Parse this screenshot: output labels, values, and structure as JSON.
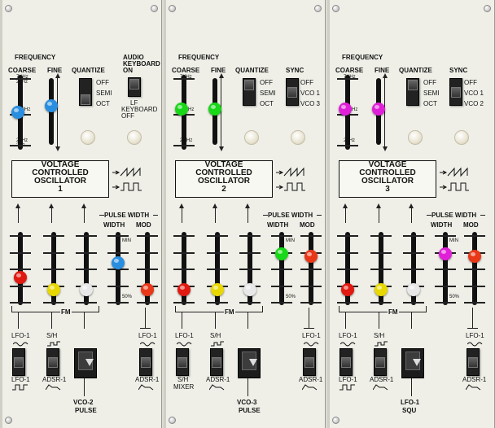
{
  "modules": [
    {
      "number": "1",
      "title_lines": [
        "VOLTAGE",
        "CONTROLLED",
        "OSCILLATOR"
      ],
      "frequency_label": "FREQUENCY",
      "coarse_label": "COARSE",
      "fine_label": "FINE",
      "quantize_label": "QUANTIZE",
      "quantize_options": [
        "OFF",
        "SEMI",
        "OCT"
      ],
      "coarse_scale": [
        "7KHz",
        "20Hz",
        "200Hz",
        "2Hz",
        "20Hz",
        "2Hz"
      ],
      "right_switch_title_lines": [
        "AUDIO",
        "KEYBOARD",
        "ON"
      ],
      "right_switch_bottom_lines": [
        "LF",
        "KEYBOARD",
        "OFF"
      ],
      "right_switch_options": [],
      "coarse_level": 0.5,
      "fine_level": 0.6,
      "knob_color": "#2a8ee0",
      "pulse_width_label": "PULSE WIDTH",
      "width_label": "WIDTH",
      "mod_label": "MOD",
      "min_label": "MIN",
      "pct_label": "50%",
      "fm_label": "FM",
      "fm_slider_colors": [
        "#e01a10",
        "#e8d800",
        "#e8e8e8"
      ],
      "fm_levels": [
        0.35,
        0.15,
        0.15
      ],
      "width_level": 0.6,
      "mod_level": 0.15,
      "lfo_labels": [
        "LFO-1",
        "S/H",
        "LFO-1"
      ],
      "bottom_labels": [
        "LFO-1",
        "ADSR-1"
      ],
      "sh_label": "",
      "target_lines": [
        "VCO-2",
        "PULSE"
      ],
      "mod_top_label": "LFO-1",
      "mod_bottom_label": "ADSR-1"
    },
    {
      "number": "2",
      "title_lines": [
        "VOLTAGE",
        "CONTROLLED",
        "OSCILLATOR"
      ],
      "frequency_label": "FREQUENCY",
      "coarse_label": "COARSE",
      "fine_label": "FINE",
      "quantize_label": "QUANTIZE",
      "quantize_options": [
        "OFF",
        "SEMI",
        "OCT"
      ],
      "coarse_scale": [
        "7KHz",
        "",
        "200Hz",
        "",
        "2OHz",
        ""
      ],
      "right_switch_title_lines": [
        "SYNC"
      ],
      "right_switch_bottom_lines": [],
      "right_switch_options": [
        "OFF",
        "VCO 1",
        "VCO 3"
      ],
      "coarse_level": 0.55,
      "fine_level": 0.55,
      "knob_color": "#18d818",
      "pulse_width_label": "PULSE WIDTH",
      "width_label": "WIDTH",
      "mod_label": "MOD",
      "min_label": "MIN",
      "pct_label": "50%",
      "fm_label": "FM",
      "fm_slider_colors": [
        "#e01a10",
        "#e8d800",
        "#e8e8e8"
      ],
      "fm_levels": [
        0.15,
        0.15,
        0.15
      ],
      "width_level": 0.75,
      "mod_level": 0.7,
      "lfo_labels": [
        "LFO-1",
        "S/H",
        "S/H"
      ],
      "bottom_labels": [
        "MIXER",
        "ADSR-1"
      ],
      "sh_label": "S/H",
      "target_lines": [
        "VCO-3",
        "PULSE"
      ],
      "mod_top_label": "LFO-1",
      "mod_bottom_label": "ADSR-1"
    },
    {
      "number": "3",
      "title_lines": [
        "VOLTAGE",
        "CONTROLLED",
        "OSCILLATOR"
      ],
      "frequency_label": "FREQUENCY",
      "coarse_label": "COARSE",
      "fine_label": "FINE",
      "quantize_label": "QUANTIZE",
      "quantize_options": [
        "OFF",
        "SEMI",
        "OCT"
      ],
      "coarse_scale": [
        "7KHz",
        "",
        "200Hz",
        "",
        "20Hz",
        ""
      ],
      "right_switch_title_lines": [
        "SYNC"
      ],
      "right_switch_bottom_lines": [],
      "right_switch_options": [
        "OFF",
        "VCO 1",
        "VCO 2"
      ],
      "coarse_level": 0.55,
      "fine_level": 0.55,
      "knob_color": "#e020d8",
      "pulse_width_label": "PULSE WIDTH",
      "width_label": "WIDTH",
      "mod_label": "MOD",
      "min_label": "MIN",
      "pct_label": "50%",
      "fm_label": "FM",
      "fm_slider_colors": [
        "#e01a10",
        "#e8d800",
        "#e8e8e8"
      ],
      "fm_levels": [
        0.15,
        0.15,
        0.15
      ],
      "width_level": 0.75,
      "mod_level": 0.7,
      "lfo_labels": [
        "LFO-1",
        "S/H",
        "LFO-1"
      ],
      "bottom_labels": [
        "LFO-1",
        "ADSR-1"
      ],
      "sh_label": "",
      "target_lines": [
        "LFO-1",
        "SQU"
      ],
      "mod_top_label": "LFO-1",
      "mod_bottom_label": "ADSR-1"
    }
  ],
  "mod_knob_color": "#e83818"
}
